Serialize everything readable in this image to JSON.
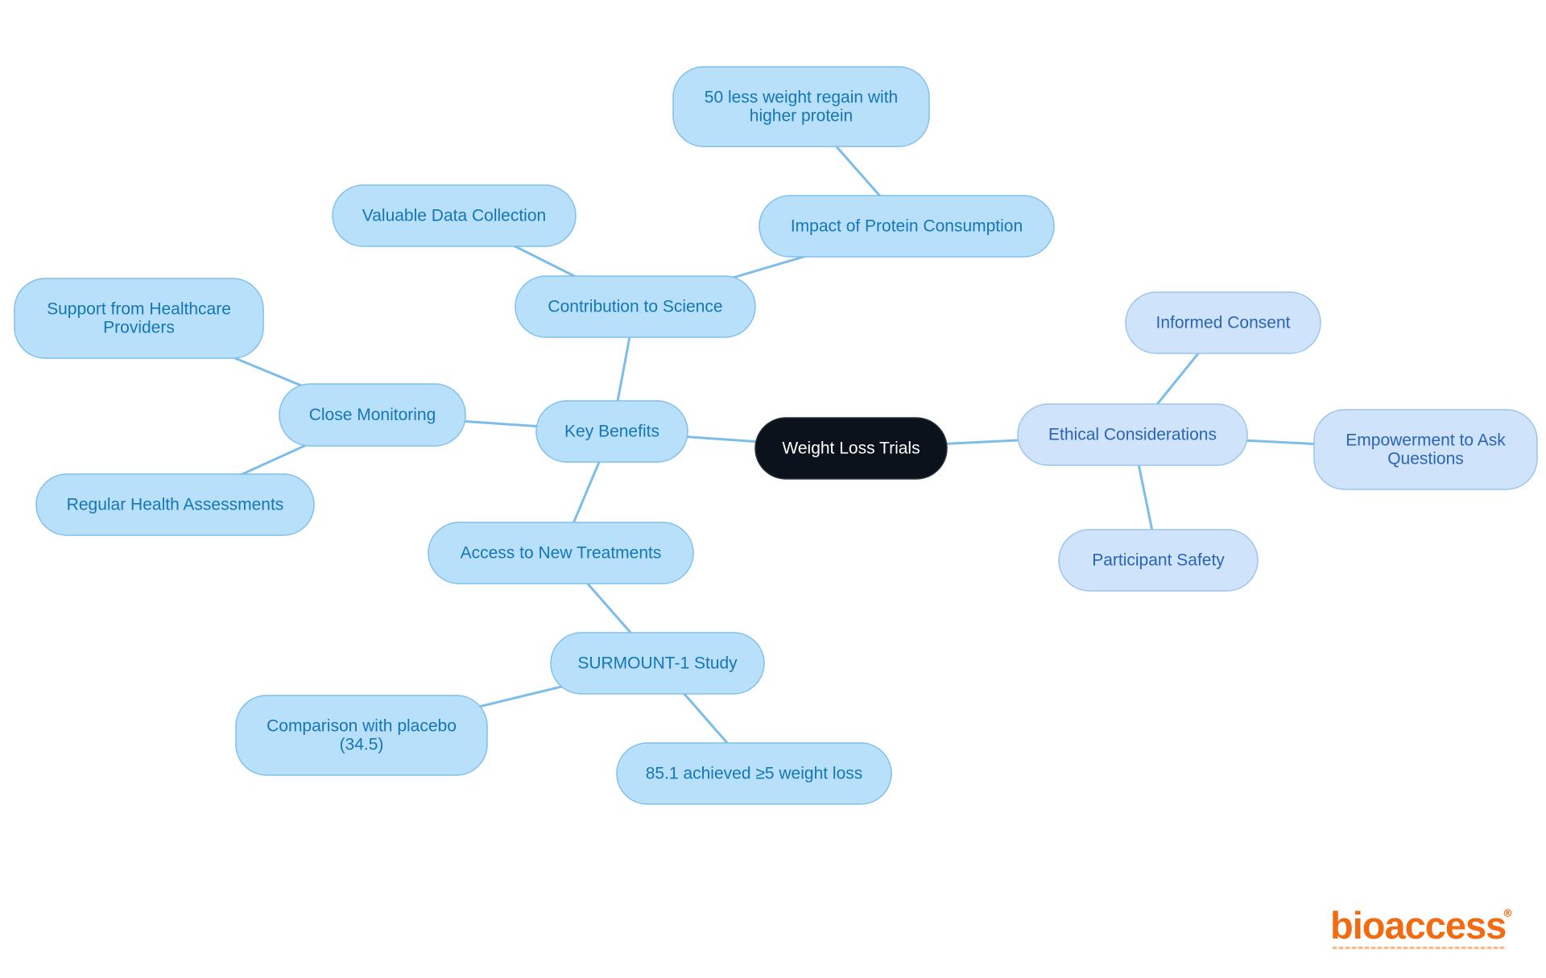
{
  "colors": {
    "line": "#7dbde9",
    "node_fill": "#b8e0fb",
    "node_stroke": "#7fbfea",
    "node_text": "#1476b8",
    "alt_fill": "#cfe3fb",
    "alt_stroke": "#9cc3ee",
    "alt_text": "#2a64b8",
    "root_fill": "#0b121b",
    "root_stroke": "#2b3440",
    "root_text": "#ffffff",
    "logo": "#f26a12"
  },
  "nodes": [
    {
      "id": "root",
      "lines": [
        "Weight Loss Trials"
      ],
      "style": "root"
    },
    {
      "id": "key_benefits",
      "lines": [
        "Key Benefits"
      ],
      "style": "blue"
    },
    {
      "id": "contribution",
      "lines": [
        "Contribution to Science"
      ],
      "style": "blue"
    },
    {
      "id": "valuable_data",
      "lines": [
        "Valuable Data Collection"
      ],
      "style": "blue"
    },
    {
      "id": "impact_protein",
      "lines": [
        "Impact of Protein Consumption"
      ],
      "style": "blue"
    },
    {
      "id": "less_regain",
      "lines": [
        "50 less weight regain with",
        "higher protein"
      ],
      "style": "blue"
    },
    {
      "id": "close_monitoring",
      "lines": [
        "Close Monitoring"
      ],
      "style": "blue"
    },
    {
      "id": "support",
      "lines": [
        "Support from Healthcare",
        "Providers"
      ],
      "style": "blue"
    },
    {
      "id": "regular",
      "lines": [
        "Regular Health Assessments"
      ],
      "style": "blue"
    },
    {
      "id": "access",
      "lines": [
        "Access to New Treatments"
      ],
      "style": "blue"
    },
    {
      "id": "surmount",
      "lines": [
        "SURMOUNT-1 Study"
      ],
      "style": "blue"
    },
    {
      "id": "comparison",
      "lines": [
        "Comparison with placebo",
        "(34.5)"
      ],
      "style": "blue"
    },
    {
      "id": "achieved",
      "lines": [
        "85.1 achieved ≥5 weight loss"
      ],
      "style": "blue"
    },
    {
      "id": "ethical",
      "lines": [
        "Ethical Considerations"
      ],
      "style": "alt"
    },
    {
      "id": "informed",
      "lines": [
        "Informed Consent"
      ],
      "style": "alt"
    },
    {
      "id": "empowerment",
      "lines": [
        "Empowerment to Ask",
        "Questions"
      ],
      "style": "alt"
    },
    {
      "id": "safety",
      "lines": [
        "Participant Safety"
      ],
      "style": "alt"
    }
  ],
  "edges": [
    [
      "root",
      "key_benefits"
    ],
    [
      "root",
      "ethical"
    ],
    [
      "key_benefits",
      "contribution"
    ],
    [
      "key_benefits",
      "close_monitoring"
    ],
    [
      "key_benefits",
      "access"
    ],
    [
      "contribution",
      "valuable_data"
    ],
    [
      "contribution",
      "impact_protein"
    ],
    [
      "impact_protein",
      "less_regain"
    ],
    [
      "close_monitoring",
      "support"
    ],
    [
      "close_monitoring",
      "regular"
    ],
    [
      "access",
      "surmount"
    ],
    [
      "surmount",
      "comparison"
    ],
    [
      "surmount",
      "achieved"
    ],
    [
      "ethical",
      "informed"
    ],
    [
      "ethical",
      "empowerment"
    ],
    [
      "ethical",
      "safety"
    ]
  ],
  "logo": {
    "wordmark": "bioaccess",
    "registered": "®"
  }
}
